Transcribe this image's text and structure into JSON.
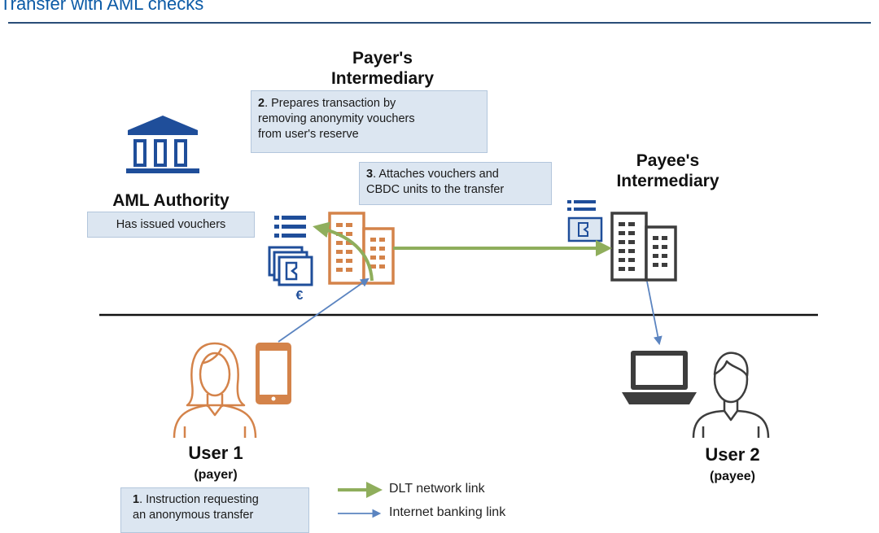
{
  "title": "Transfer with AML checks",
  "aml_authority": {
    "name": "AML Authority",
    "note": "Has issued vouchers"
  },
  "payer_intermediary": {
    "name_line1": "Payer's",
    "name_line2": "Intermediary",
    "step2": {
      "number": "2",
      "text_line1": ". Prepares transaction by",
      "text_line2": "removing anonymity vouchers",
      "text_line3": "from user's  reserve"
    },
    "step3": {
      "number": "3",
      "text_line1": ". Attaches vouchers and",
      "text_line2": "CBDC units to the transfer"
    }
  },
  "payee_intermediary": {
    "name_line1": "Payee's",
    "name_line2": "Intermediary"
  },
  "euro_symbol": "€",
  "user1": {
    "name": "User 1",
    "role": "(payer)",
    "step1": {
      "number": "1",
      "text_line1": ". Instruction requesting",
      "text_line2": "an anonymous transfer"
    }
  },
  "user2": {
    "name": "User 2",
    "role": "(payee)"
  },
  "legend": {
    "dlt": "DLT network link",
    "internet": "Internet banking link"
  },
  "colors": {
    "blue": "#1f4e9a",
    "orange": "#d4834a",
    "dark": "#3d3d3d",
    "green_link": "#8fae5c",
    "blue_link": "#5b84c0",
    "note_fill": "#dce6f1"
  }
}
